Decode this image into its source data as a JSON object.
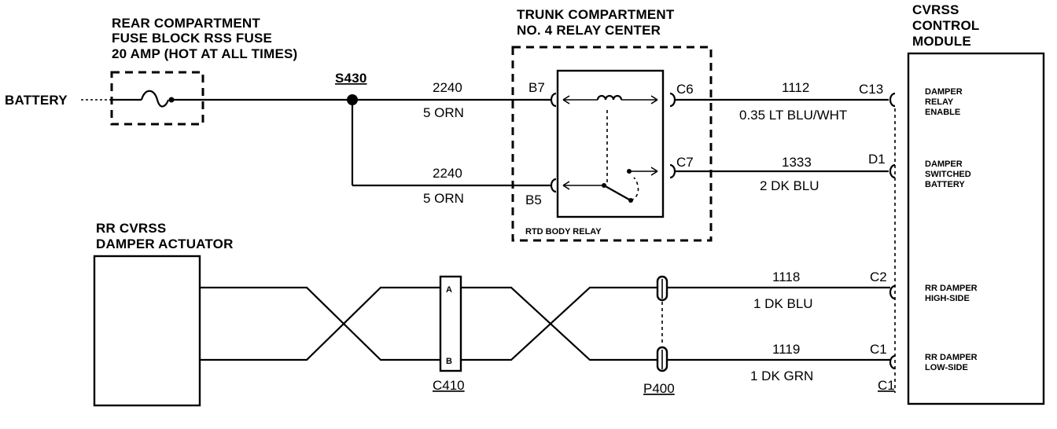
{
  "labels": {
    "fuse_block": [
      "REAR COMPARTMENT",
      "FUSE BLOCK RSS FUSE",
      "20 AMP (HOT AT ALL TIMES)"
    ],
    "battery": "BATTERY",
    "splice": "S430",
    "relay_center": [
      "TRUNK COMPARTMENT",
      "NO. 4 RELAY CENTER"
    ],
    "relay_name": "RTD BODY RELAY",
    "module": [
      "CVRSS",
      "CONTROL",
      "MODULE"
    ],
    "actuator": [
      "RR CVRSS",
      "DAMPER ACTUATOR"
    ],
    "connector_c410": "C410",
    "connector_p400": "P400",
    "connector_c1_bottom": "C1"
  },
  "pins": {
    "b7": "B7",
    "b5": "B5",
    "c6": "C6",
    "c7": "C7",
    "c13": "C13",
    "d1": "D1",
    "c2": "C2",
    "c1": "C1",
    "a": "A",
    "b": "B"
  },
  "wires": [
    {
      "circuit": "2240",
      "desc": "5 ORN"
    },
    {
      "circuit": "2240",
      "desc": "5 ORN"
    },
    {
      "circuit": "1112",
      "desc": "0.35 LT BLU/WHT"
    },
    {
      "circuit": "1333",
      "desc": "2 DK BLU"
    },
    {
      "circuit": "1118",
      "desc": "1 DK BLU"
    },
    {
      "circuit": "1119",
      "desc": "1 DK GRN"
    }
  ],
  "module_pins": [
    [
      "DAMPER",
      "RELAY",
      "ENABLE"
    ],
    [
      "DAMPER",
      "SWITCHED",
      "BATTERY"
    ],
    [
      "RR DAMPER",
      "HIGH-SIDE"
    ],
    [
      "RR DAMPER",
      "LOW-SIDE"
    ]
  ]
}
